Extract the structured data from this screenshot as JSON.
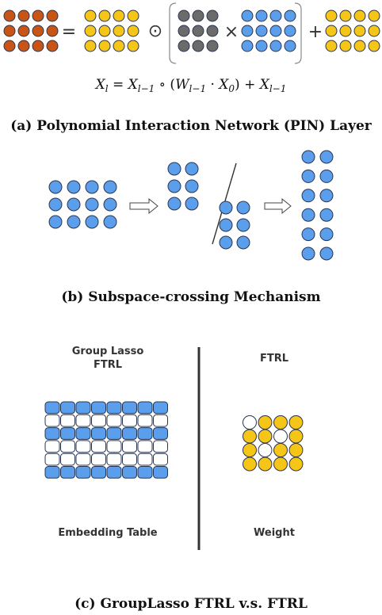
{
  "colors": {
    "orange": "#c85515",
    "yellow": "#f5c518",
    "gray": "#6b6b6b",
    "blue": "#5b9eec",
    "white": "#ffffff",
    "stroke": "#2a3550"
  },
  "panel_a": {
    "equals": "=",
    "odot": "⊙",
    "times": "×",
    "plus": "+",
    "formula": "X_l = X_{l−1} ∘ (W_{l−1} · X_0) + X_{l−1}",
    "caption": "(a) Polynomial Interaction Network (PIN) Layer"
  },
  "panel_b": {
    "caption": "(b) Subspace-crossing Mechanism"
  },
  "panel_c": {
    "left_title_line1": "Group Lasso",
    "left_title_line2": "FTRL",
    "right_title": "FTRL",
    "left_label": "Embedding Table",
    "right_label": "Weight",
    "caption": "(c) GroupLasso FTRL v.s. FTRL",
    "embedding_rows": [
      "blue",
      "white",
      "blue",
      "white",
      "white",
      "blue"
    ],
    "weight_grid": [
      [
        "white",
        "yellow",
        "yellow",
        "yellow"
      ],
      [
        "yellow",
        "yellow",
        "white",
        "yellow"
      ],
      [
        "yellow",
        "white",
        "yellow",
        "yellow"
      ],
      [
        "yellow",
        "yellow",
        "yellow",
        "yellow"
      ]
    ]
  }
}
